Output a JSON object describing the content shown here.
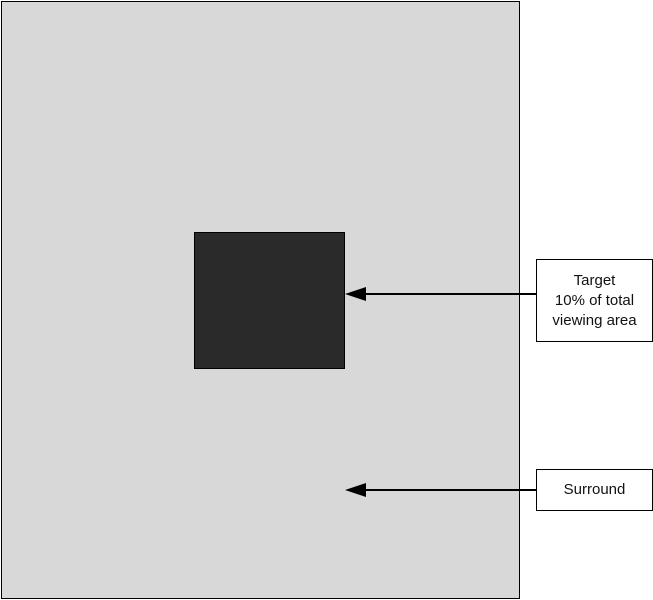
{
  "colors": {
    "surround": "#d8d8d8",
    "target": "#2a2a2a",
    "outline": "#000000"
  },
  "labels": {
    "target_lines": [
      "Target",
      "10% of total",
      "viewing area"
    ],
    "surround": "Surround"
  }
}
